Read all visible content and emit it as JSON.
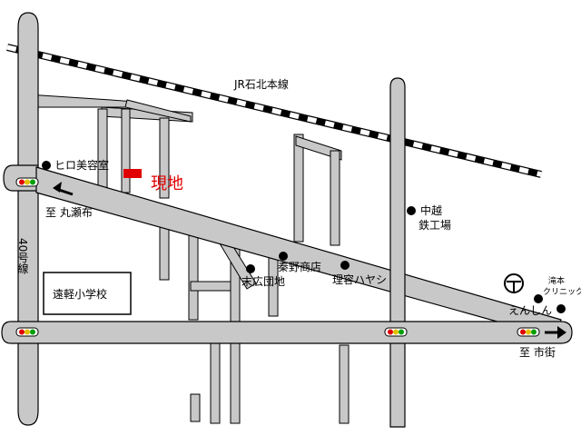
{
  "map": {
    "railway": "JR石北本線",
    "site": "現地",
    "route_label": "40号線",
    "school": "遠軽小学校",
    "to_left": "至 丸瀬布",
    "to_right": "至 市街",
    "places": {
      "hiro": "ヒロ美容室",
      "nakakoshi_1": "中越",
      "nakakoshi_2": "鉄工場",
      "hatano": "秦野商店",
      "suehiro": "末広団地",
      "hayashi": "理容ハヤシ",
      "takimoto_1": "滝本",
      "takimoto_2": "クリニック",
      "enshin": "えんしん"
    },
    "colors": {
      "road": "#c8c8c8",
      "site": "#e00000",
      "signal_red": "#e00000",
      "signal_yellow": "#e0c000",
      "signal_green": "#00a000"
    }
  }
}
